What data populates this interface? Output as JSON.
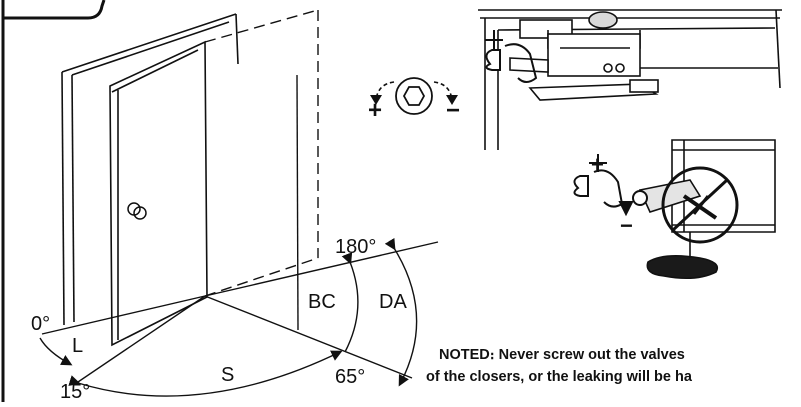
{
  "angles": {
    "zero": "0°",
    "fifteen": "15°",
    "sixty_five": "65°",
    "one_eighty": "180°"
  },
  "zones": {
    "L": "L",
    "S": "S",
    "BC": "BC",
    "DA": "DA"
  },
  "valve_adjust": {
    "plus": "+",
    "minus": "−",
    "detail_plus": "+",
    "detail_minus": "−",
    "tool_icon": "hex-key-icon"
  },
  "note": {
    "line1": "NOTED։ Never screw out the valves",
    "line2": "of the closers, or the leaking will be ha"
  }
}
